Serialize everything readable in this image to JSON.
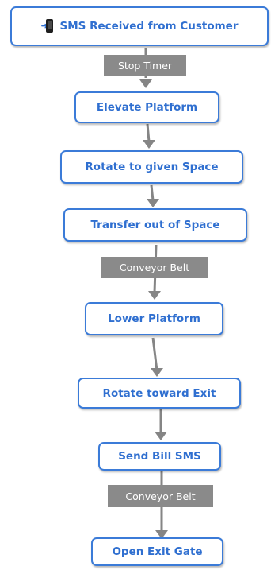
{
  "flow": {
    "steps": [
      {
        "id": "sms-received",
        "label": "SMS Received from Customer",
        "icon": "phone-arrow-icon"
      },
      {
        "id": "elevate-platform",
        "label": "Elevate Platform"
      },
      {
        "id": "rotate-to-space",
        "label": "Rotate to given Space"
      },
      {
        "id": "transfer-out",
        "label": "Transfer out of Space"
      },
      {
        "id": "lower-platform",
        "label": "Lower Platform"
      },
      {
        "id": "rotate-to-exit",
        "label": "Rotate toward Exit"
      },
      {
        "id": "send-bill-sms",
        "label": "Send Bill SMS"
      },
      {
        "id": "open-exit-gate",
        "label": "Open Exit Gate"
      }
    ],
    "edge_labels": [
      {
        "label": "Stop Timer"
      },
      {
        "label": "Conveyor Belt"
      },
      {
        "label": "Conveyor Belt"
      }
    ],
    "colors": {
      "node_border": "#3b7bd8",
      "node_text": "#2f6fd0",
      "connector": "#858585",
      "edge_label_bg": "#8a8a8a",
      "edge_label_text": "#ffffff"
    }
  }
}
